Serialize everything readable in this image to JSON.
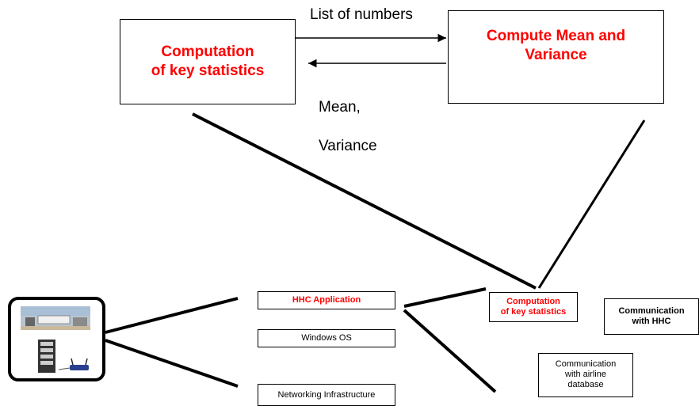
{
  "top": {
    "left_box": {
      "line1": "Computation",
      "line2": "of key statistics"
    },
    "right_box": {
      "line1": "Compute Mean and",
      "line2": "Variance"
    },
    "arrow_top_label": "List of numbers",
    "arrow_bottom_label_line1": "Mean,",
    "arrow_bottom_label_line2": "Variance"
  },
  "stack": {
    "hhc_application": "HHC Application",
    "windows_os": "Windows OS",
    "networking": "Networking Infrastructure"
  },
  "components": {
    "computation": {
      "line1": "Computation",
      "line2": "of key statistics"
    },
    "comm_hhc": {
      "line1": "Communication",
      "line2": "with HHC"
    },
    "comm_airline": {
      "line1": "Communication",
      "line2": "with airline",
      "line3": "database"
    }
  },
  "colors": {
    "highlight": "#ff0000",
    "lines": "#000000"
  }
}
